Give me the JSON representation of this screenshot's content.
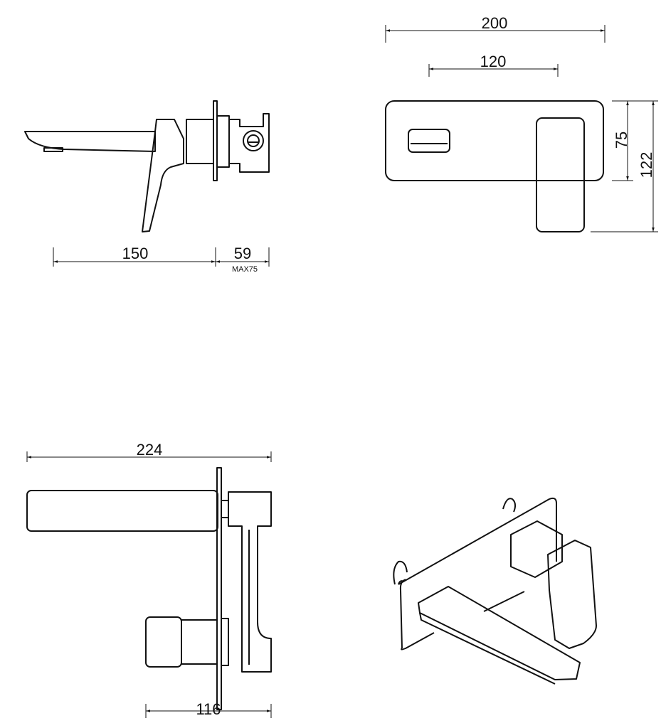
{
  "side_view": {
    "dim_spout": "150",
    "dim_wall": "59",
    "dim_wall_max": "MAX75"
  },
  "front_view": {
    "dim_plate_width": "200",
    "dim_centers": "120",
    "dim_plate_height": "75",
    "dim_total_height": "122"
  },
  "top_view": {
    "dim_total_length": "224",
    "dim_body_depth": "116"
  },
  "colors": {
    "line": "#111111",
    "background": "#ffffff"
  }
}
